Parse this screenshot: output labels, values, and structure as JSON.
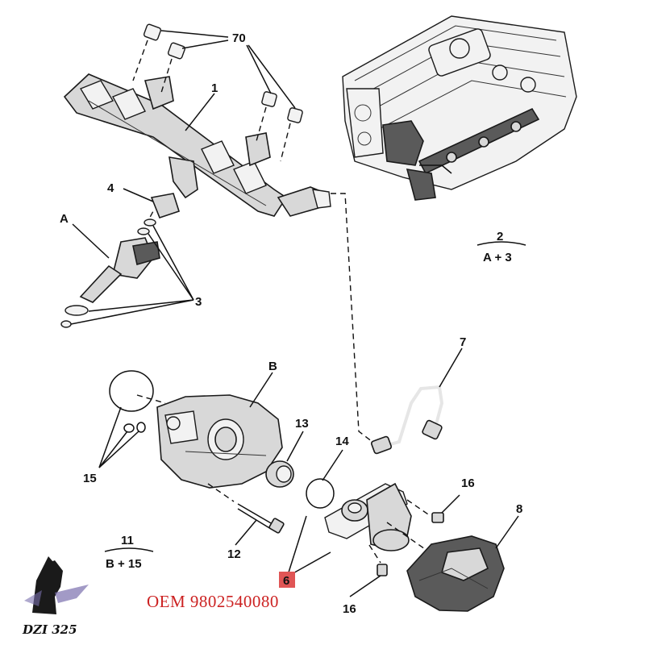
{
  "labels": {
    "l70": "70",
    "l1": "1",
    "l4": "4",
    "lA": "A",
    "l3": "3",
    "l2": "2",
    "l2sub": "A + 3",
    "l7": "7",
    "lB": "B",
    "l13": "13",
    "l14": "14",
    "l15": "15",
    "l11": "11",
    "l11sub": "B + 15",
    "l12": "12",
    "l16a": "16",
    "l16b": "16",
    "l8": "8",
    "l6": "6"
  },
  "oem_text": "OEM 9802540080",
  "logo_text": "DZI 325",
  "colors": {
    "highlight_box": "#e05555",
    "oem_text": "#cc2222",
    "line": "#111111"
  }
}
